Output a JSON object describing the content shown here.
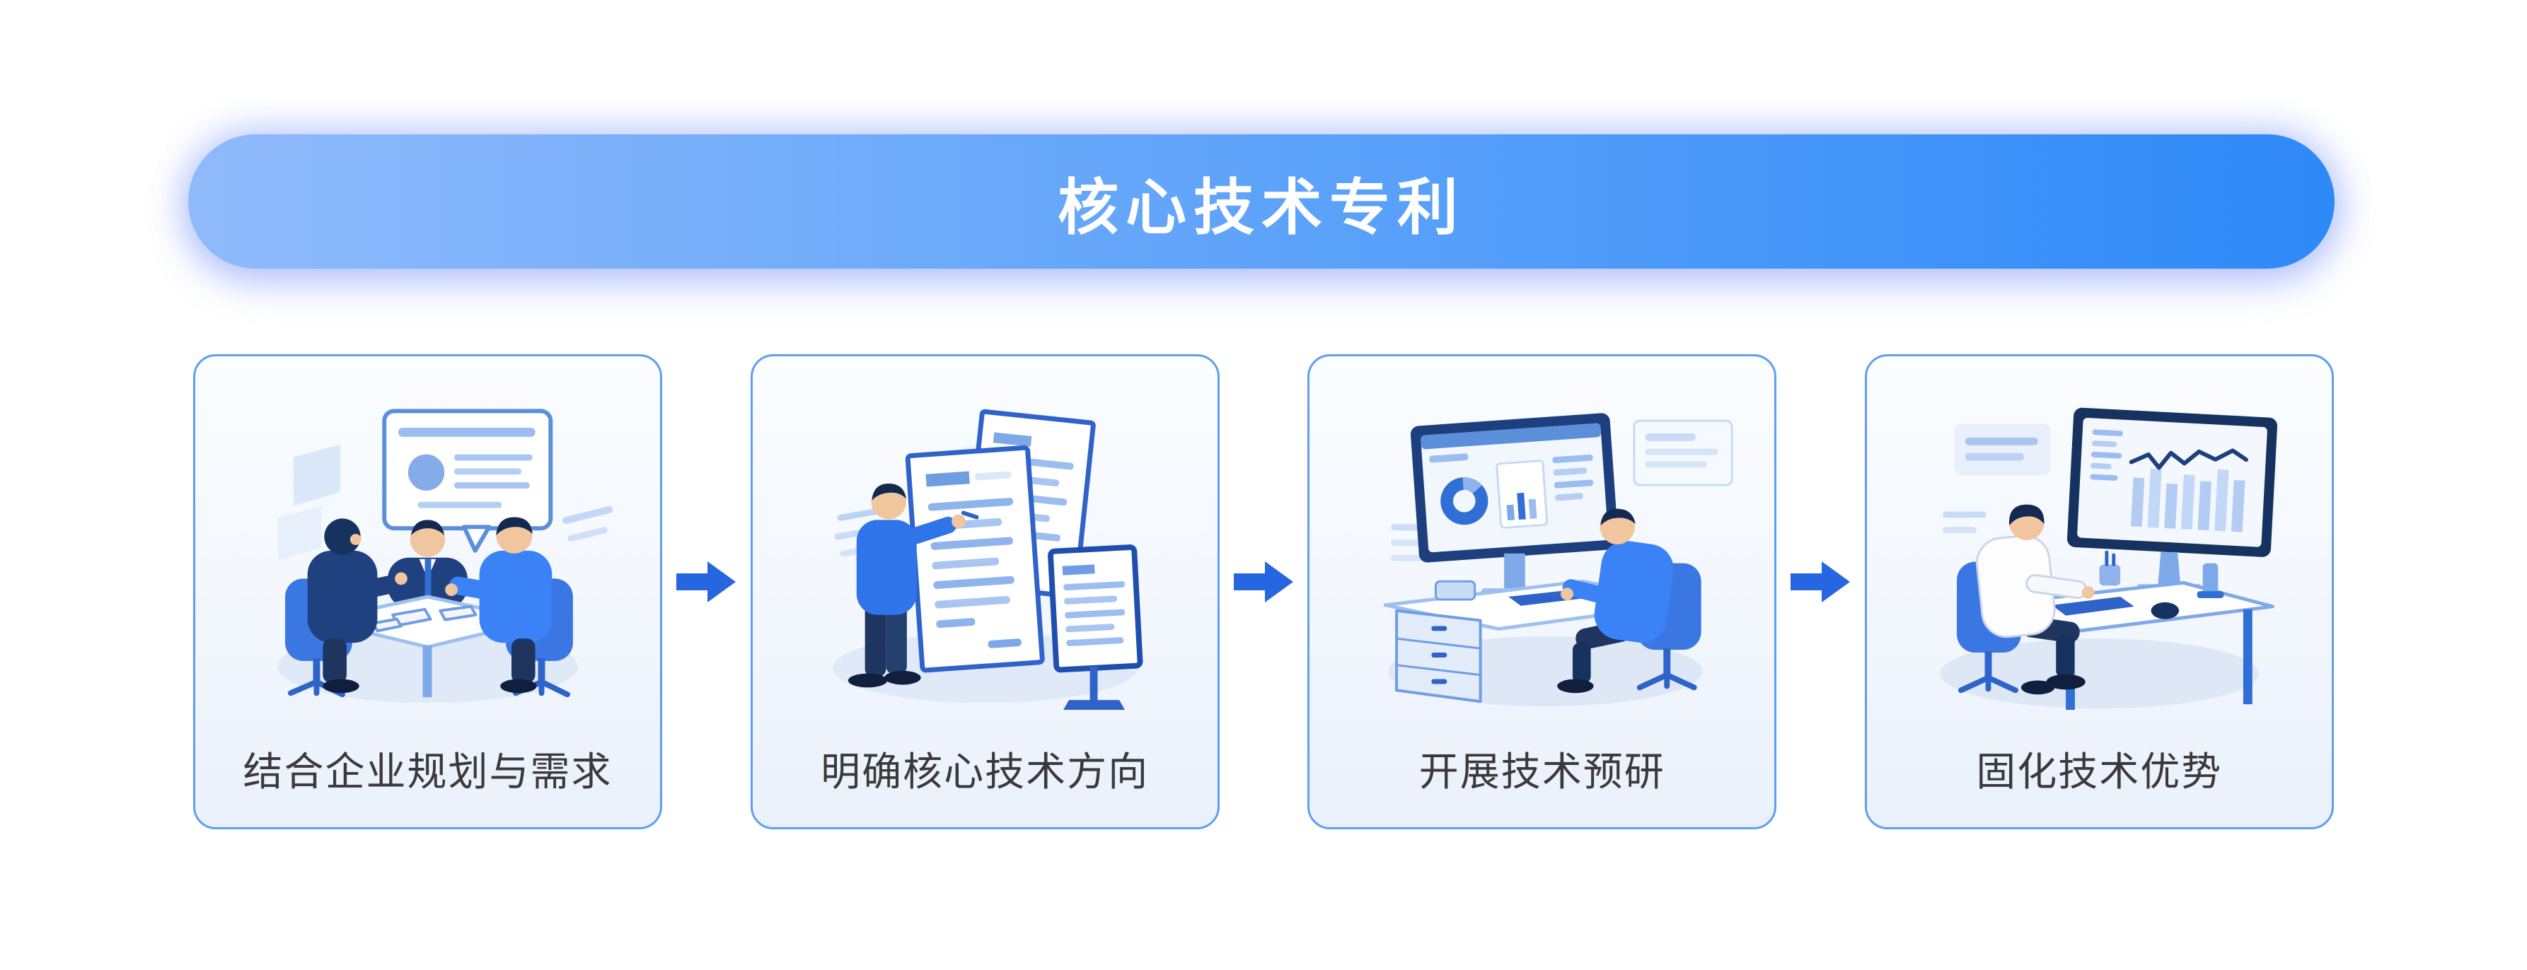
{
  "page": {
    "background": "#ffffff"
  },
  "header": {
    "title": "核心技术专利",
    "gradient_left": "#8fbafb",
    "gradient_right": "#2e89f8",
    "text_color": "#ffffff"
  },
  "flow": {
    "arrow_icon": "arrow-right-icon",
    "arrow_color": "#2766e1",
    "card_border_color": "#5f9ef3",
    "label_color": "#3a3a3a",
    "cards": [
      {
        "label": "结合企业规划与需求",
        "illustration": "team-meeting-illustration"
      },
      {
        "label": "明确核心技术方向",
        "illustration": "document-review-illustration"
      },
      {
        "label": "开展技术预研",
        "illustration": "research-workstation-illustration"
      },
      {
        "label": "固化技术优势",
        "illustration": "analytics-workstation-illustration"
      }
    ]
  }
}
